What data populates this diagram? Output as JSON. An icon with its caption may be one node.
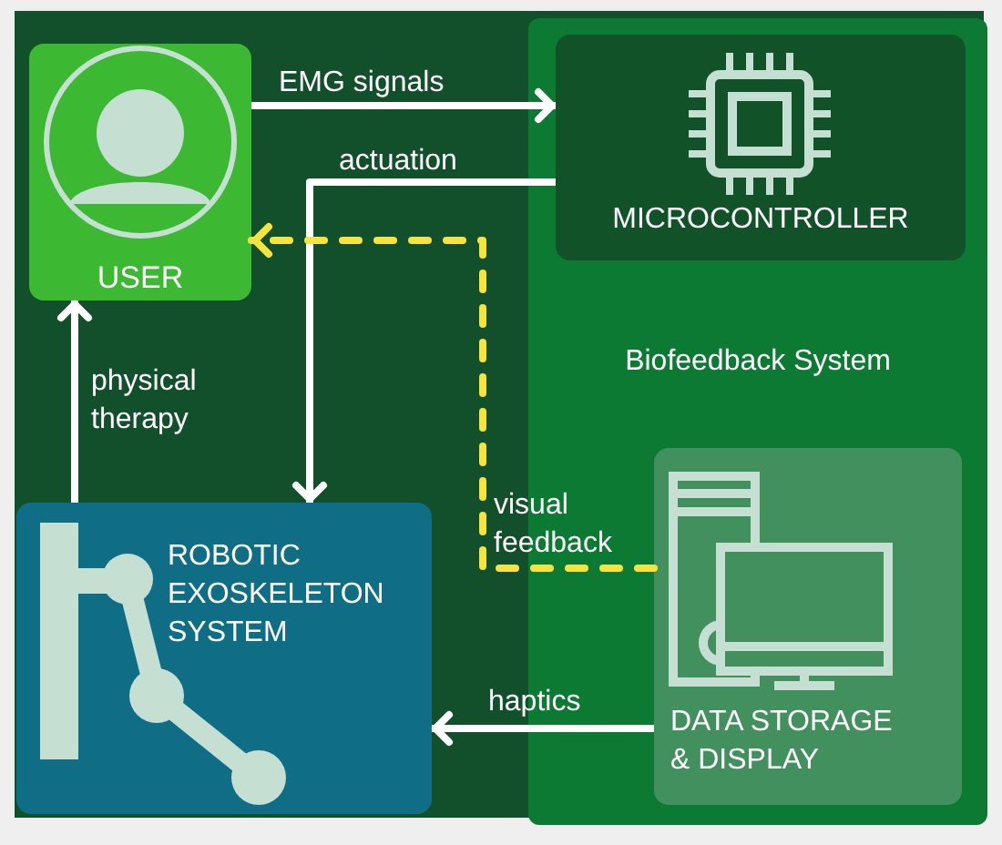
{
  "diagram": {
    "nodes": [
      {
        "text": [
          "USER"
        ]
      },
      {
        "text": [
          "Biofeedback System"
        ]
      },
      {
        "text": [
          "MICROCONTROLLER"
        ],
        "in": 1
      },
      {
        "text": [
          "DATA STORAGE & DISPLAY"
        ],
        "in": 1
      },
      {
        "text": [
          "ROBOTIC EXOSKELETON SYSTEM"
        ]
      }
    ],
    "edges": [
      {
        "from": 0,
        "to": 2,
        "arrow": "to",
        "label": "EMG signals"
      },
      {
        "from": 2,
        "to": 4,
        "arrow": "to",
        "label": "actuation"
      },
      {
        "from": 3,
        "to": 0,
        "arrow": "to",
        "label": "visual feedback",
        "style": "dashed",
        "color": "#f5e33f"
      },
      {
        "from": 4,
        "to": 0,
        "arrow": "to",
        "label": "physical therapy"
      },
      {
        "from": 3,
        "to": 4,
        "arrow": "to",
        "label": "haptics"
      }
    ]
  }
}
